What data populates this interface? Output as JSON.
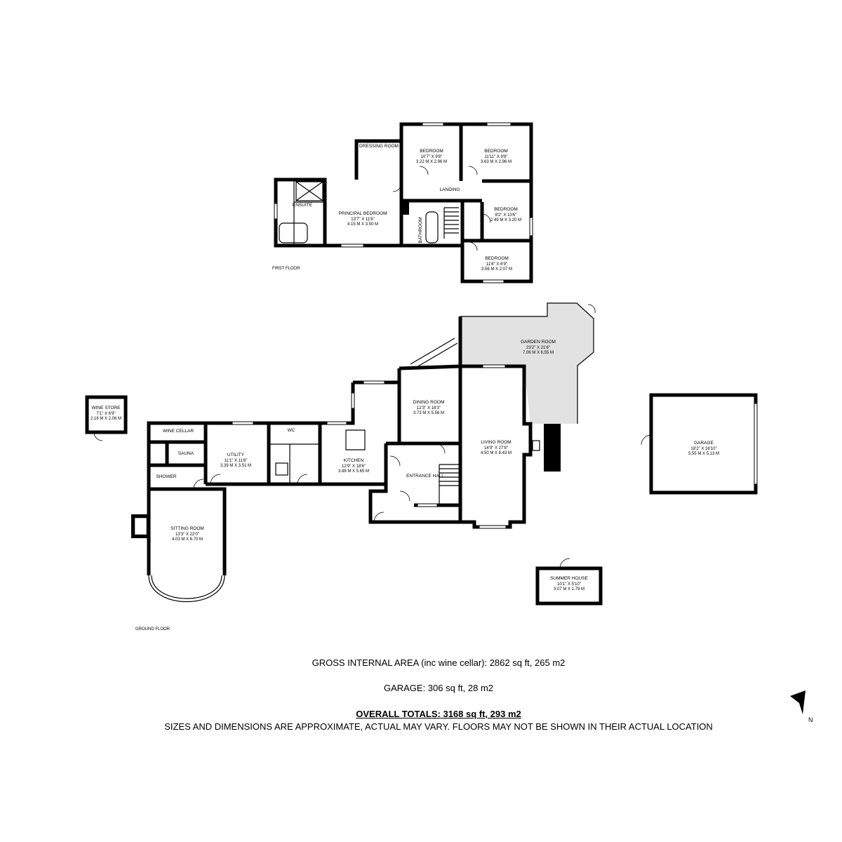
{
  "floors": {
    "first": "FIRST FLOOR",
    "ground": "GROUND FLOOR"
  },
  "rooms": {
    "bedroom1": {
      "name": "BEDROOM",
      "imperial": "10'7\" X 9'8\"",
      "metric": "3.22 M X 2.96 M"
    },
    "bedroom2": {
      "name": "BEDROOM",
      "imperial": "11'11\" X 9'8\"",
      "metric": "3.63 M X 2.96 M"
    },
    "bedroom3": {
      "name": "BEDROOM",
      "imperial": "8'2\" X 10'6\"",
      "metric": "2.49 M X 3.20 M"
    },
    "bedroom4": {
      "name": "BEDROOM",
      "imperial": "11'8\" X 6'9\"",
      "metric": "3.56 M X 2.07 M"
    },
    "principal": {
      "name": "PRINCIPAL BEDROOM",
      "imperial": "13'7\" X 11'6\"",
      "metric": "4.15 M X 3.50 M"
    },
    "dressing": {
      "name": "DRESSING ROOM"
    },
    "ensuite": {
      "name": "ENSUITE"
    },
    "landing": {
      "name": "LANDING"
    },
    "bathroom": {
      "name": "BATHROOM"
    },
    "garden": {
      "name": "GARDEN ROOM",
      "imperial": "23'2\" X 21'6\"",
      "metric": "7.06 M X 6.55 M"
    },
    "dining": {
      "name": "DINING ROOM",
      "imperial": "12'3\" X 18'3\"",
      "metric": "3.73 M X 5.56 M"
    },
    "living": {
      "name": "LIVING ROOM",
      "imperial": "14'9\" X 27'8\"",
      "metric": "4.50 M X 8.43 M"
    },
    "kitchen": {
      "name": "KITCHEN",
      "imperial": "12'9\" X 18'6\"",
      "metric": "3.88 M X 5.65 M"
    },
    "utility": {
      "name": "UTILITY",
      "imperial": "11'1\" X 11'6\"",
      "metric": "3.39 M X 3.51 M"
    },
    "sitting": {
      "name": "SITTING ROOM",
      "imperial": "13'3\" X 22'0\"",
      "metric": "4.03 M X 6.70 M"
    },
    "winestore": {
      "name": "WINE STORE",
      "imperial": "7'1\" X 6'9\"",
      "metric": "2.16 M X 2.06 M"
    },
    "garage": {
      "name": "GARAGE",
      "imperial": "18'2\" X 16'10\"",
      "metric": "5.55 M X 5.13 M"
    },
    "summer": {
      "name": "SUMMER HOUSE",
      "imperial": "10'1\" X 5'10\"",
      "metric": "3.07 M X 1.79 M"
    },
    "winecellar": {
      "name": "WINE CELLAR"
    },
    "sauna": {
      "name": "SAUNA"
    },
    "shower": {
      "name": "SHOWER"
    },
    "wc": {
      "name": "WC"
    },
    "entrance": {
      "name": "ENTRANCE HALL"
    }
  },
  "summary": {
    "gia": "GROSS INTERNAL AREA (inc wine cellar): 2862 sq ft, 265 m2",
    "garage": "GARAGE: 306 sq ft, 28 m2",
    "overall": "OVERALL TOTALS: 3168 sq ft, 293 m2",
    "disclaimer": "SIZES AND DIMENSIONS ARE APPROXIMATE, ACTUAL MAY VARY.  FLOORS MAY NOT BE SHOWN IN THEIR ACTUAL LOCATION"
  },
  "compass": {
    "label": "N",
    "icon": "north-arrow-icon"
  },
  "colors": {
    "garden_room_fill": "#e2e2e2",
    "wall": "#000000"
  }
}
